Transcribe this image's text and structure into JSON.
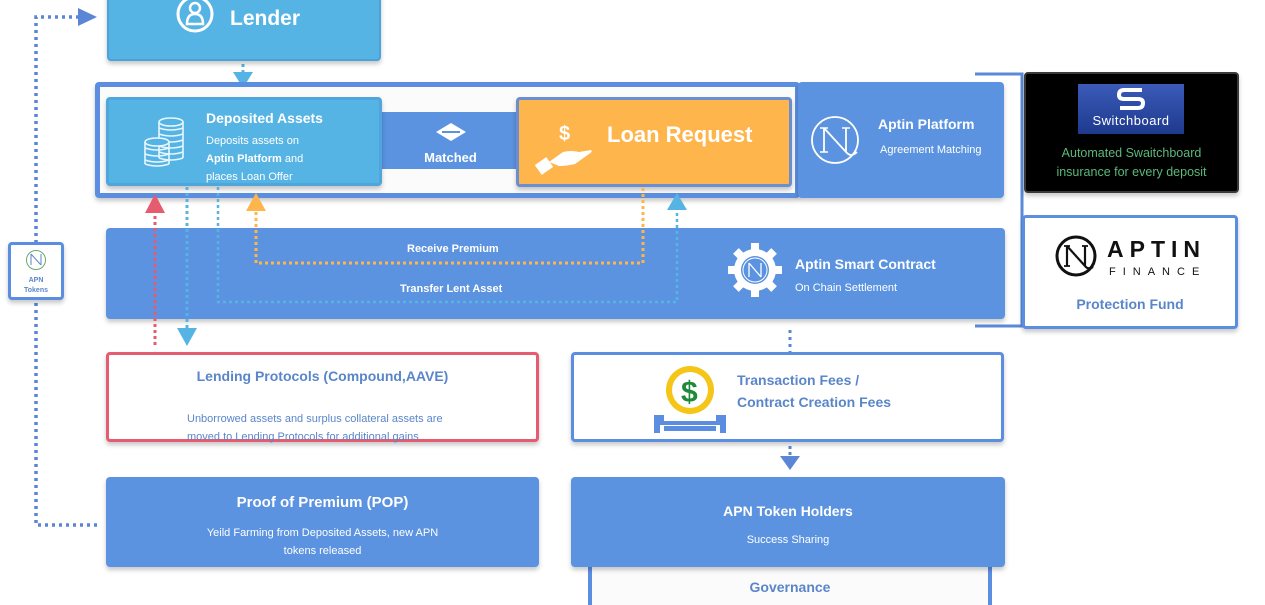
{
  "lender": {
    "title": "Lender",
    "icon": "user-circle-icon"
  },
  "deposited_assets": {
    "title": "Deposited Assets",
    "line1": "Deposits assets on",
    "line2_bold": "Aptin Platform",
    "line2_rest": " and",
    "line3": "places Loan Offer",
    "icon": "coin-stack-icon"
  },
  "matched": {
    "label": "Matched",
    "icon": "diamond-swap-icon"
  },
  "loan_request": {
    "title": "Loan Request",
    "icon": "hand-dollar-icon"
  },
  "aptin_platform": {
    "title": "Aptin Platform",
    "subtitle": "Agreement Matching",
    "icon": "aptin-n-logo-icon"
  },
  "switchboard": {
    "logo_text": "Switchboard",
    "line1": "Automated Swaitchboard",
    "line2": "insurance for every deposit"
  },
  "protection_fund": {
    "brand": "APTIN",
    "brand_sub": "FINANCE",
    "label": "Protection Fund"
  },
  "apn_tokens": {
    "line1": "APN",
    "line2": "Tokens"
  },
  "smart_contract": {
    "title": "Aptin Smart Contract",
    "subtitle": "On Chain Settlement",
    "flow_receive": "Receive Premium",
    "flow_transfer": "Transfer Lent Asset",
    "icon": "gear-aptin-icon"
  },
  "lending_protocols": {
    "title": "Lending Protocols (Compound,AAVE)",
    "line1": "Unborrowed assets and surplus collateral assets are",
    "line2": "moved to Lending Protocols for additional gains"
  },
  "fees": {
    "line1": "Transaction Fees /",
    "line2": "Contract Creation Fees",
    "icon": "coin-slot-dollar-icon"
  },
  "pop": {
    "title": "Proof of Premium (POP)",
    "line1": "Yeild Farming from Deposited Assets, new APN",
    "line2": "tokens released"
  },
  "token_holders": {
    "title": "APN Token Holders",
    "subtitle": "Success Sharing"
  },
  "governance": {
    "label": "Governance"
  },
  "colors": {
    "light_blue": "#56b4e5",
    "mid_blue": "#5b93e0",
    "orange": "#fdb54c",
    "red": "#e65b70",
    "dark_text_blue": "#5a86c9",
    "switchboard_green": "#5cb87a"
  }
}
